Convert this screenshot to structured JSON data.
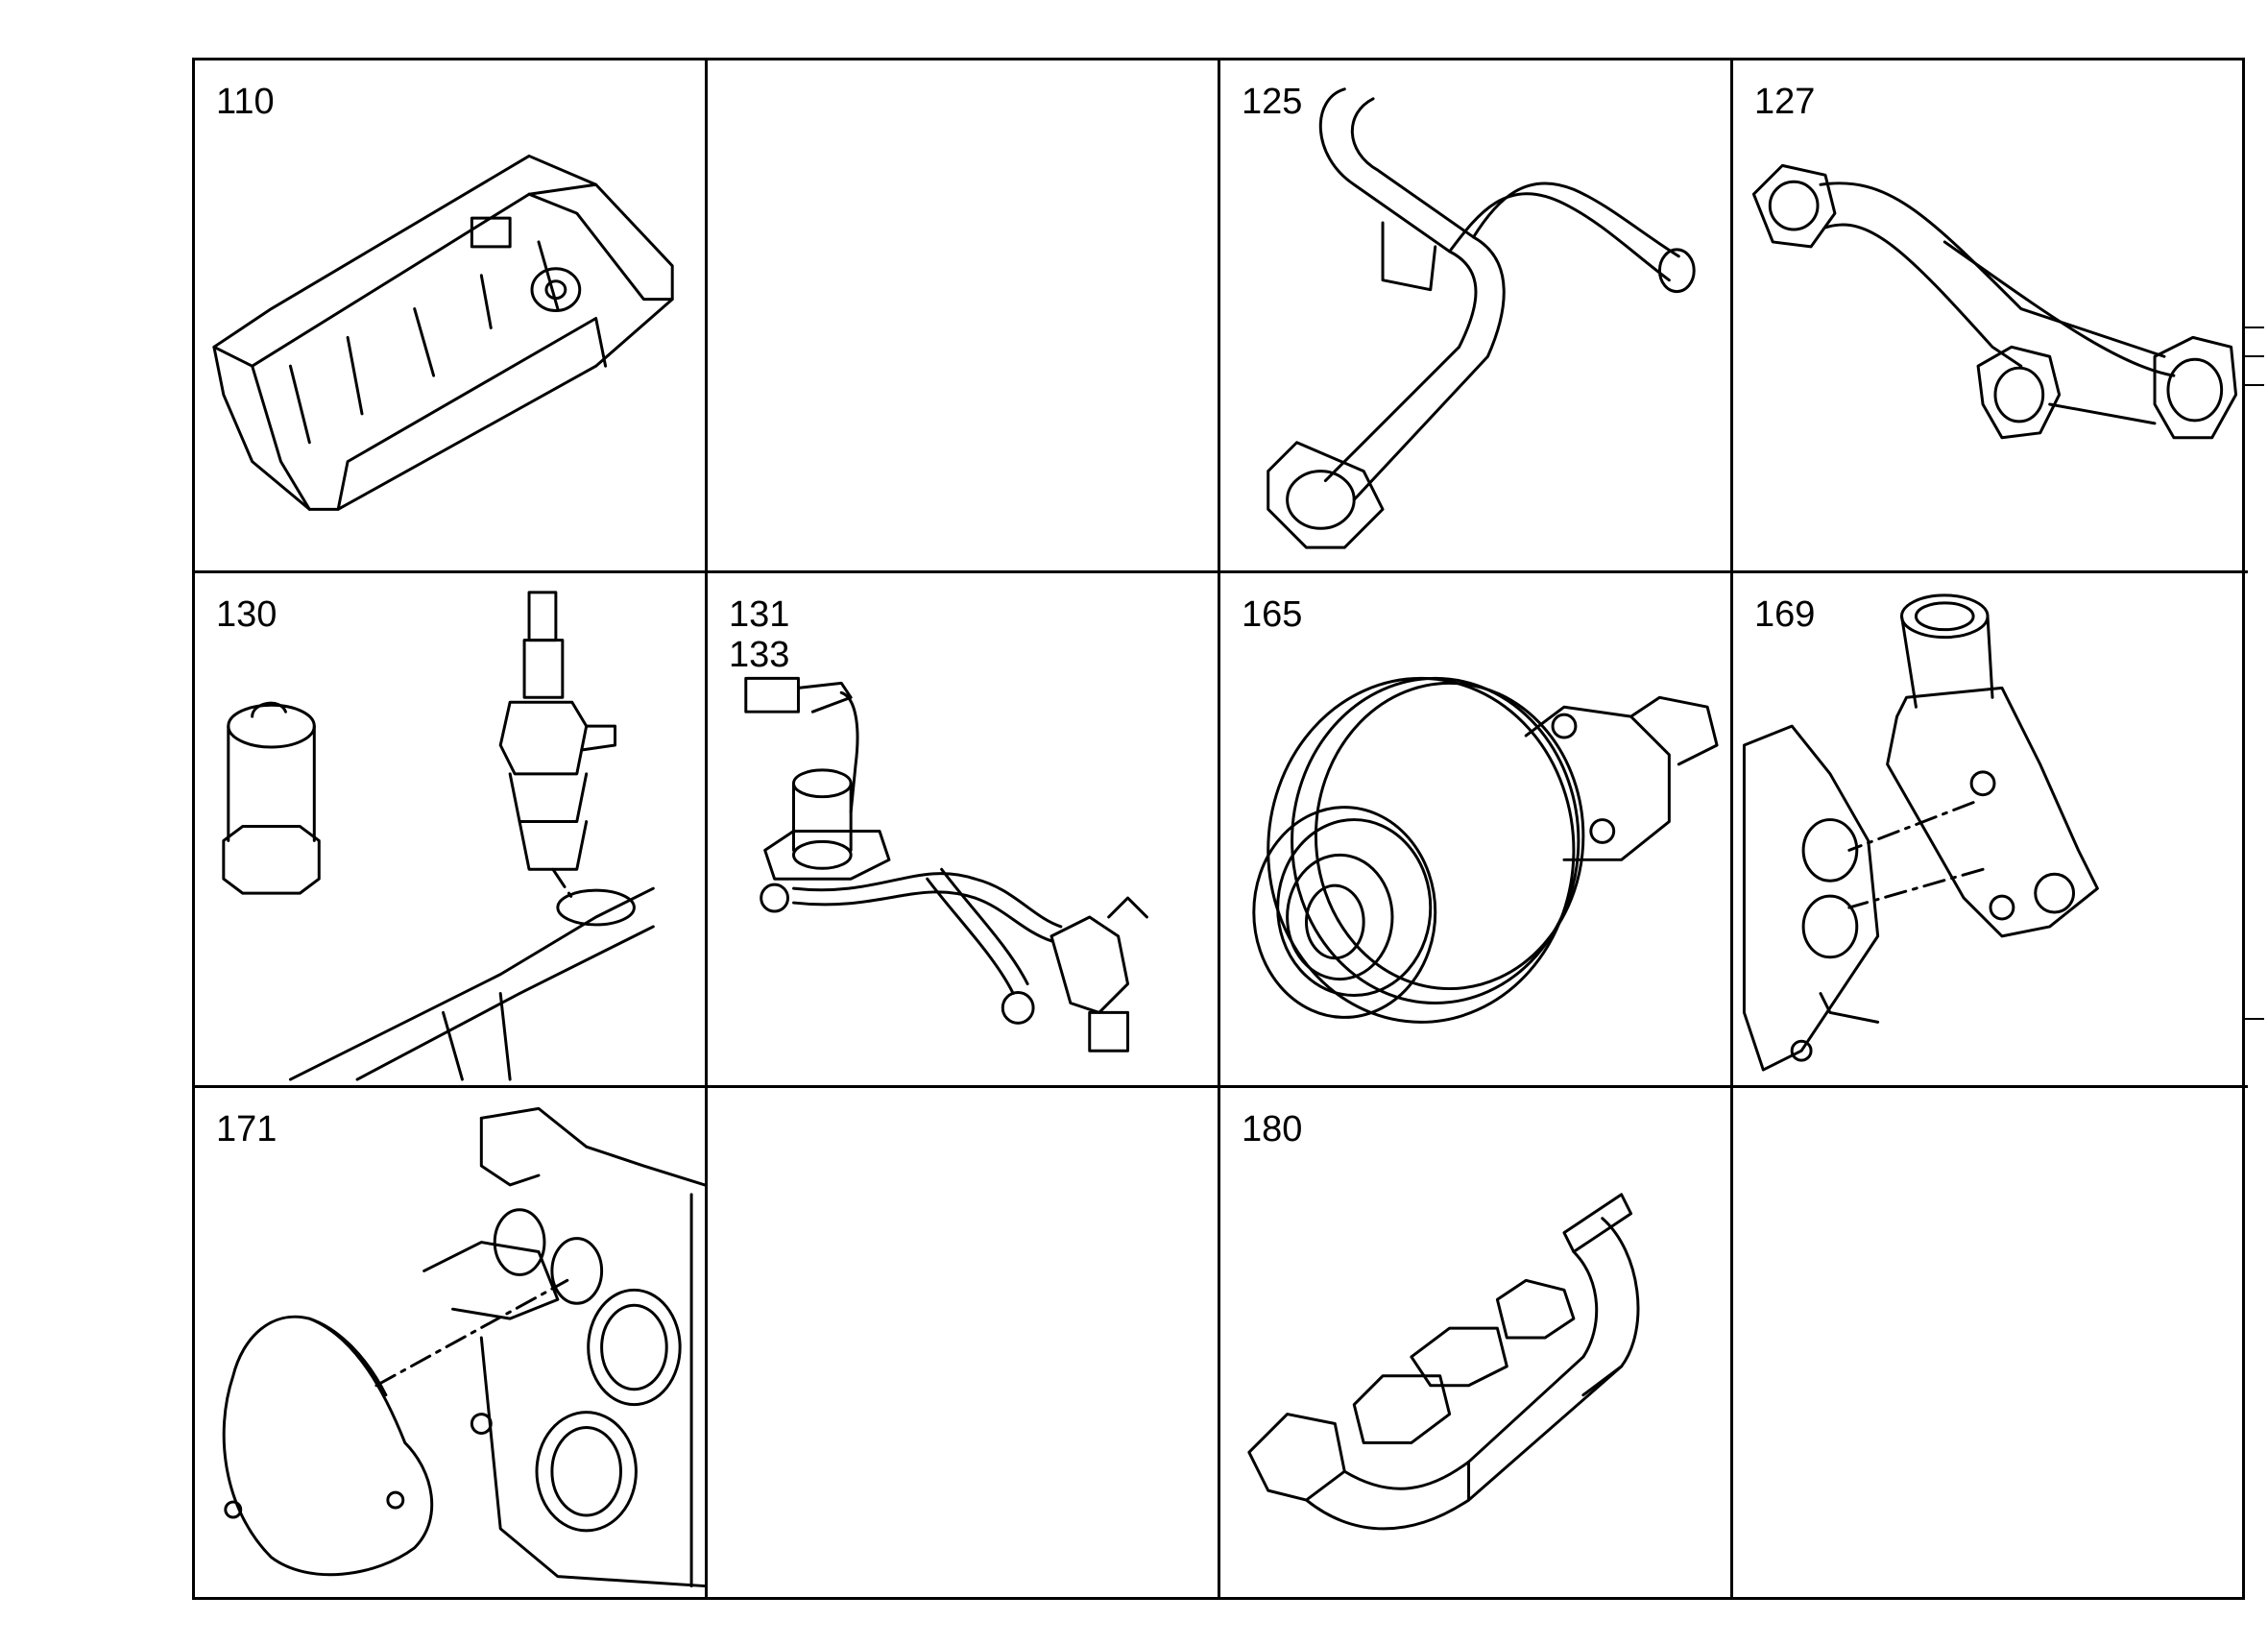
{
  "sheet": {
    "cells": [
      {
        "id": "110",
        "label": "110",
        "part_icon": "cylinder-head-cover-icon"
      },
      {
        "id": "blank-1",
        "label": "",
        "part_icon": ""
      },
      {
        "id": "125",
        "label": "125",
        "part_icon": "coolant-pipe-icon"
      },
      {
        "id": "127",
        "label": "127",
        "part_icon": "exhaust-pipe-icon"
      },
      {
        "id": "130",
        "label": "130",
        "part_icon": "sensor-plug-icon"
      },
      {
        "id": "131",
        "label": "131\n133",
        "part_icon": "sensor-harness-icon"
      },
      {
        "id": "165",
        "label": "165",
        "part_icon": "water-pump-pulley-icon"
      },
      {
        "id": "169",
        "label": "169",
        "part_icon": "thermostat-housing-icon"
      },
      {
        "id": "171",
        "label": "171",
        "part_icon": "timing-cover-icon"
      },
      {
        "id": "blank-2",
        "label": "",
        "part_icon": ""
      },
      {
        "id": "180",
        "label": "180",
        "part_icon": "exhaust-manifold-icon"
      },
      {
        "id": "blank-3",
        "label": "",
        "part_icon": ""
      }
    ]
  }
}
